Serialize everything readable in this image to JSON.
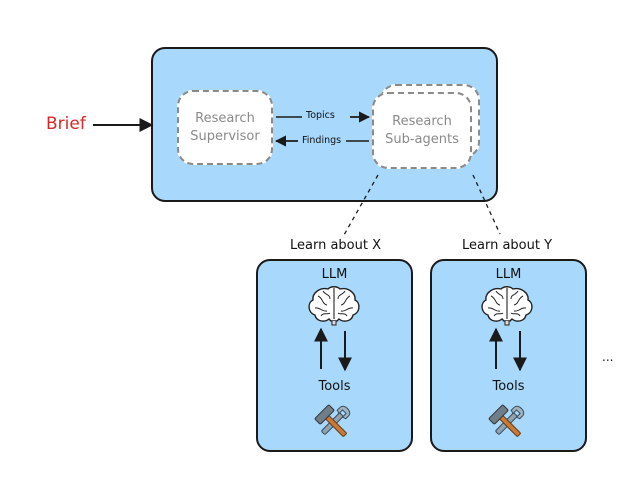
{
  "input": {
    "label": "Brief",
    "color": "#d62828"
  },
  "top_panel": {
    "supervisor": {
      "label": "Research\nSupervisor"
    },
    "subagents": {
      "label": "Research\nSub-agents"
    },
    "edges": {
      "topics": "Topics",
      "findings": "Findings"
    }
  },
  "workers": [
    {
      "task": "Learn about X",
      "top_label": "LLM",
      "bottom_label": "Tools",
      "brain_icon": "brain-icon",
      "tools_icon": "hammer-wrench-icon"
    },
    {
      "task": "Learn about Y",
      "top_label": "LLM",
      "bottom_label": "Tools",
      "brain_icon": "brain-icon",
      "tools_icon": "hammer-wrench-icon"
    }
  ],
  "ellipsis": "...",
  "colors": {
    "panel": "#a8d8fc",
    "border": "#1a1a1a",
    "dashed": "#8a8a8a",
    "brief": "#d62828"
  }
}
